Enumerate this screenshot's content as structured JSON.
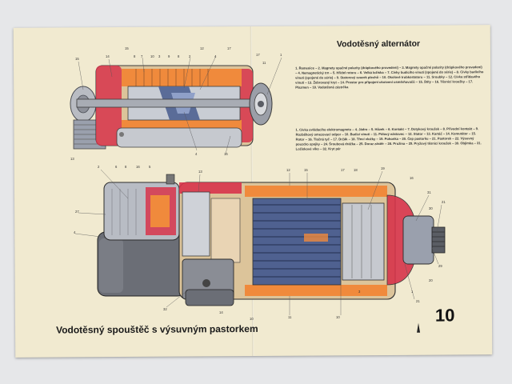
{
  "sheet": {
    "title_alternator": "Vodotěsný alternátor",
    "legend_alternator": "1. Řemenice – 2. Magnety opačné polarity (drápkového provedení) – 3. Magnety opačné polarity (drápkového provedení) – 4. Nemagnetický trn – 5. Hřídel rotoru – 6. Velká ložiska – 7. Cívky budicího vinutí (spojené do série) – 8. Cívky budicího vinutí (spojené do série) – 9. Statorový svazek plechů – 10. Okolové trubkostatoru – 11. Sroubky – 12. Cívka střídavého vinutí – 13. Žebrovaný kryt – 14. Prostor pro připojení ukotvení usměrňovačů – 15. Štíty – 16. Těsnicí kroužky – 17. Plazmen – 18. Vodotěsná zástrčka",
    "legend_starter": "1. Cívka ovládacího elektromagnetu – 4. Jádro – 5. Hůzek – 6. Kontakt – 7. Dotykový kroužek – 8. Přívodní kontakt – 9. Rozběhový omezovací odpor – 10. Budicí vinutí – 11. Pólový nástavec – 12. Stator – 13. Kartáč – 14. Komutátor – 15. Rotor – 16. Tlačná tyč – 17. Držák – 18. Třecí vložky – 19. Pohonka – 20. Čep pastorku – 21. Pastorek – 22. Výsuvný pouzdro spojky – 24. Šroubová drážka – 25. Doraz zástěr – 28. Pružina – 29. Pryžový těsnicí kroužek – 30. Objímka – 31. Ložiskové víko – 32. Kryt pér",
    "title_starter": "Vodotěsný spouštěč s výsuvným pastorkem",
    "page_number": "10"
  },
  "callouts": {
    "alternator": [
      "15",
      "14",
      "7",
      "6",
      "13",
      "12",
      "4",
      "2",
      "10",
      "3",
      "9",
      "8",
      "12",
      "17",
      "11",
      "1",
      "18",
      "16",
      "4",
      "16",
      "13"
    ],
    "starter": [
      "2",
      "6",
      "8",
      "7",
      "16",
      "5",
      "27",
      "13",
      "12",
      "15",
      "17",
      "18",
      "19",
      "3",
      "4",
      "31",
      "30",
      "21",
      "1",
      "29",
      "20",
      "22",
      "12",
      "11",
      "10",
      "9",
      "14",
      "32",
      "11",
      "23"
    ]
  },
  "colors": {
    "paper": "#f1ead0",
    "housing": "#dcc49a",
    "copper": "#f08a3c",
    "seal_red": "#d7344b",
    "steel": "#a8acb4",
    "blue": "#5a6c98",
    "dark": "#3c3f46"
  }
}
